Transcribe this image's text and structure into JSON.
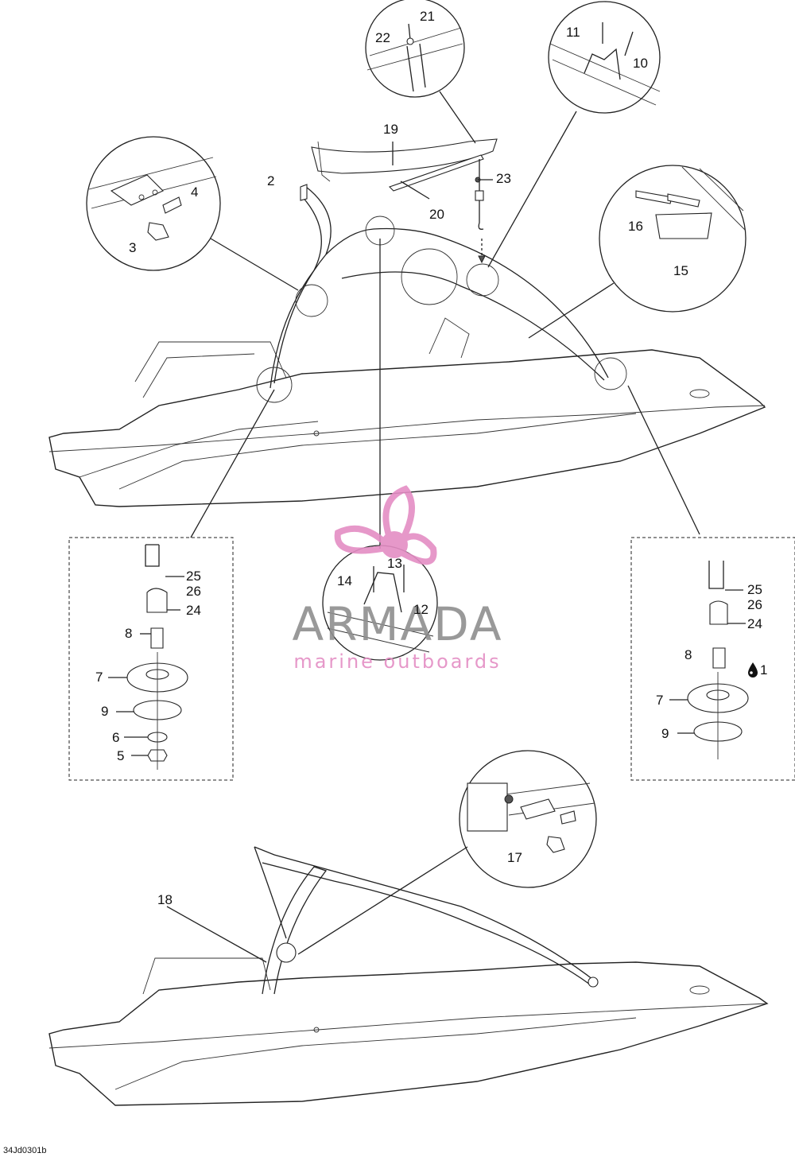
{
  "diagram_code": "34Jd0301b",
  "watermark": {
    "brand": "ARMADA",
    "tagline": "marine outboards",
    "brand_color": "#8e8e8e",
    "accent_color": "#e48dc4"
  },
  "callouts": {
    "n1": "1",
    "n2": "2",
    "n3": "3",
    "n4": "4",
    "n5": "5",
    "n6": "6",
    "n7": "7",
    "n8": "8",
    "n9": "9",
    "n10": "10",
    "n11": "11",
    "n12": "12",
    "n13": "13",
    "n14": "14",
    "n15": "15",
    "n16": "16",
    "n17": "17",
    "n18": "18",
    "n19": "19",
    "n20": "20",
    "n21": "21",
    "n22": "22",
    "n23": "23",
    "n24": "24",
    "n25": "25",
    "n26": "26"
  },
  "icons": {
    "sealant": "oil-drop-icon"
  }
}
